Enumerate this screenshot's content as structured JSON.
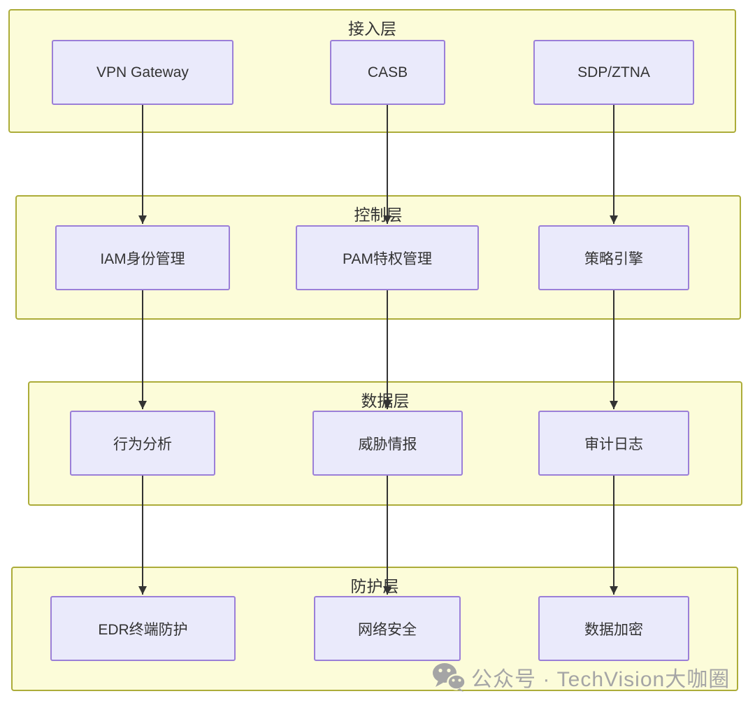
{
  "diagram": {
    "type": "layered-flow",
    "layers": [
      {
        "title": "接入层",
        "nodes": [
          "VPN Gateway",
          "CASB",
          "SDP/ZTNA"
        ]
      },
      {
        "title": "控制层",
        "nodes": [
          "IAM身份管理",
          "PAM特权管理",
          "策略引擎"
        ]
      },
      {
        "title": "数据层",
        "nodes": [
          "行为分析",
          "威胁情报",
          "审计日志"
        ]
      },
      {
        "title": "防护层",
        "nodes": [
          "EDR终端防护",
          "网络安全",
          "数据加密"
        ]
      }
    ],
    "edges": [
      {
        "from": "VPN Gateway",
        "to": "IAM身份管理"
      },
      {
        "from": "CASB",
        "to": "PAM特权管理"
      },
      {
        "from": "SDP/ZTNA",
        "to": "策略引擎"
      },
      {
        "from": "IAM身份管理",
        "to": "行为分析"
      },
      {
        "from": "PAM特权管理",
        "to": "威胁情报"
      },
      {
        "from": "策略引擎",
        "to": "审计日志"
      },
      {
        "from": "行为分析",
        "to": "EDR终端防护"
      },
      {
        "from": "威胁情报",
        "to": "网络安全"
      },
      {
        "from": "审计日志",
        "to": "数据加密"
      }
    ],
    "colors": {
      "layer_fill": "#FCFCD9",
      "layer_border": "#ACAC39",
      "node_fill": "#EAEAFB",
      "node_border": "#9B7FD8",
      "text": "#333333",
      "arrow": "#333333",
      "watermark": "#A5A5A5"
    }
  },
  "watermark": {
    "icon": "wechat-icon",
    "text": "公众号 · TechVision大咖圈"
  }
}
